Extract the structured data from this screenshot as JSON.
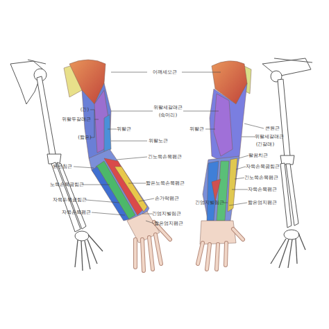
{
  "diagram": {
    "labels": [
      "어깨세모근",
      "위팔세갈래근",
      "(속머리)",
      "(긴)",
      "위팔두갈래근",
      "위팔근",
      "위팔근",
      "큰원근",
      "위팔세갈래근",
      "(긴갈래)",
      "(짧은)",
      "위팔노근",
      "팔꿈치근",
      "긴노쪽손목폄근",
      "원엎침근",
      "자쪽손목굽힘근",
      "긴노쪽손목폄근",
      "짧은노쪽손목폄근",
      "노쪽손목굽힘근",
      "자쪽손목폄근",
      "손가락폄근",
      "자쪽손목굽힘근",
      "긴엄지벌림근",
      "짧은엄지폄근",
      "자쪽손목폄근",
      "긴엄지벌림근",
      "짧은엄지폄근"
    ]
  }
}
